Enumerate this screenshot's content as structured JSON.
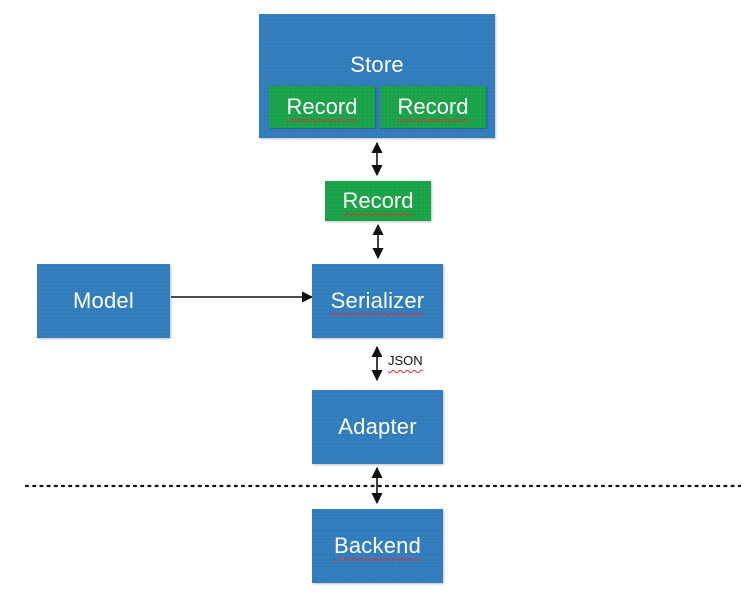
{
  "store": {
    "label": "Store",
    "records": [
      "Record",
      "Record"
    ]
  },
  "record": {
    "label": "Record"
  },
  "model": {
    "label": "Model"
  },
  "serializer": {
    "label": "Serializer"
  },
  "adapter": {
    "label": "Adapter"
  },
  "backend": {
    "label": "Backend"
  },
  "edges": {
    "serializer_adapter_label": "JSON"
  },
  "colors": {
    "box_blue": "#2f7dbd",
    "record_green": "#17a346",
    "spellcheck_underline": "#e03030"
  }
}
